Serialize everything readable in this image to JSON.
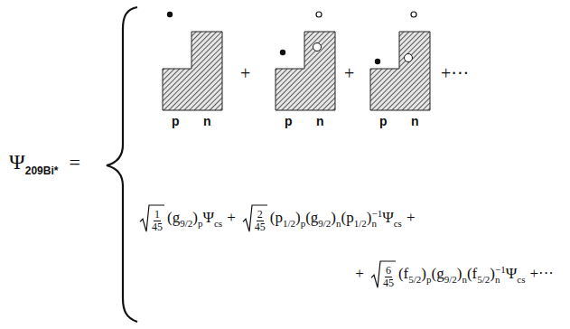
{
  "diagram": {
    "nodes": [
      {
        "text": [
          "p",
          "n"
        ]
      },
      {
        "text": [
          "p",
          "n"
        ]
      },
      {
        "text": [
          "p",
          "n"
        ]
      }
    ],
    "labels": [
      "Ψ",
      "209Bi*",
      "=",
      "+",
      "+",
      "+···",
      "1",
      "45",
      "(g",
      "9/2",
      ")",
      "p",
      "Ψ",
      "cs",
      "+",
      "2",
      "45",
      "(p",
      "1/2",
      ")",
      "p",
      "(g",
      "9/2",
      ")",
      "n",
      "(p",
      "1/2",
      ")",
      "n",
      "−1",
      "Ψ",
      "cs",
      "+",
      "+",
      "6",
      "45",
      "(f",
      "5/2",
      ")",
      "p",
      "(g",
      "9/2",
      ")",
      "n",
      "(f",
      "5/2",
      ")",
      "n",
      "−1",
      "Ψ",
      "cs",
      "+···"
    ]
  }
}
